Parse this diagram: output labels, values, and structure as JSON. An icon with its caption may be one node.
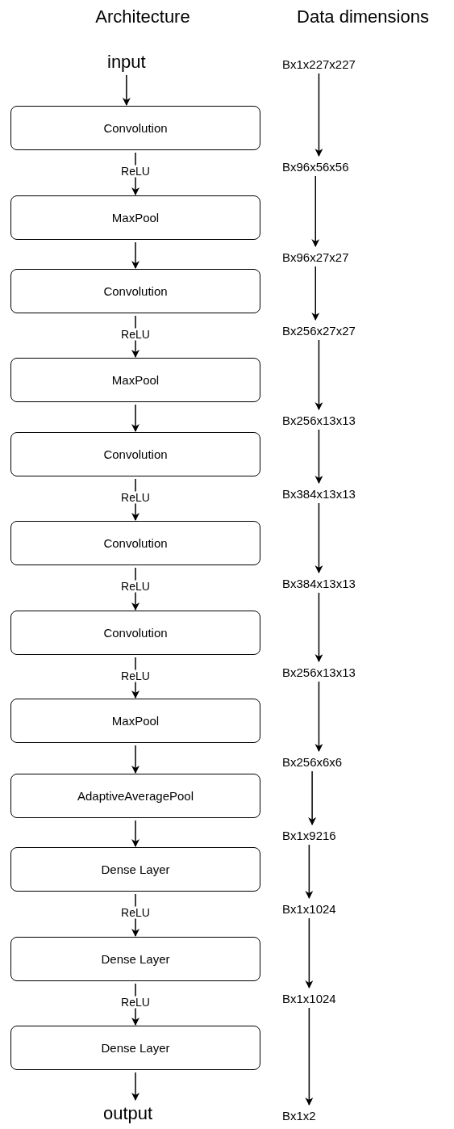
{
  "diagram": {
    "nodes": [
      {
        "text": [
          "input"
        ]
      },
      {
        "text": [
          "Convolution"
        ]
      },
      {
        "text": [
          "MaxPool"
        ]
      },
      {
        "text": [
          "Convolution"
        ]
      },
      {
        "text": [
          "MaxPool"
        ]
      },
      {
        "text": [
          "Convolution"
        ]
      },
      {
        "text": [
          "Convolution"
        ]
      },
      {
        "text": [
          "Convolution"
        ]
      },
      {
        "text": [
          "MaxPool"
        ]
      },
      {
        "text": [
          "AdaptiveAveragePool"
        ]
      },
      {
        "text": [
          "Dense Layer"
        ]
      },
      {
        "text": [
          "Dense Layer"
        ]
      },
      {
        "text": [
          "Dense Layer"
        ]
      },
      {
        "text": [
          "output"
        ]
      },
      {
        "text": [
          "Bx1x227x227"
        ]
      },
      {
        "text": [
          "Bx96x56x56"
        ]
      },
      {
        "text": [
          "Bx96x27x27"
        ]
      },
      {
        "text": [
          "Bx256x27x27"
        ]
      },
      {
        "text": [
          "Bx256x13x13"
        ]
      },
      {
        "text": [
          "Bx384x13x13"
        ]
      },
      {
        "text": [
          "Bx384x13x13"
        ]
      },
      {
        "text": [
          "Bx256x13x13"
        ]
      },
      {
        "text": [
          "Bx256x6x6"
        ]
      },
      {
        "text": [
          "Bx1x9216"
        ]
      },
      {
        "text": [
          "Bx1x1024"
        ]
      },
      {
        "text": [
          "Bx1x1024"
        ]
      },
      {
        "text": [
          "Bx1x2"
        ]
      }
    ],
    "edges": [
      {
        "from": 0,
        "to": 1,
        "arrow": "to"
      },
      {
        "from": 1,
        "to": 2,
        "arrow": "to",
        "label": "ReLU"
      },
      {
        "from": 2,
        "to": 3,
        "arrow": "to"
      },
      {
        "from": 3,
        "to": 4,
        "arrow": "to",
        "label": "ReLU"
      },
      {
        "from": 4,
        "to": 5,
        "arrow": "to"
      },
      {
        "from": 5,
        "to": 6,
        "arrow": "to",
        "label": "ReLU"
      },
      {
        "from": 6,
        "to": 7,
        "arrow": "to",
        "label": "ReLU"
      },
      {
        "from": 7,
        "to": 8,
        "arrow": "to",
        "label": "ReLU"
      },
      {
        "from": 8,
        "to": 9,
        "arrow": "to"
      },
      {
        "from": 9,
        "to": 10,
        "arrow": "to"
      },
      {
        "from": 10,
        "to": 11,
        "arrow": "to",
        "label": "ReLU"
      },
      {
        "from": 11,
        "to": 12,
        "arrow": "to",
        "label": "ReLU"
      },
      {
        "from": 12,
        "to": 13,
        "arrow": "to"
      },
      {
        "from": 14,
        "to": 15,
        "arrow": "to"
      },
      {
        "from": 15,
        "to": 16,
        "arrow": "to"
      },
      {
        "from": 16,
        "to": 17,
        "arrow": "to"
      },
      {
        "from": 17,
        "to": 18,
        "arrow": "to"
      },
      {
        "from": 18,
        "to": 19,
        "arrow": "to"
      },
      {
        "from": 19,
        "to": 20,
        "arrow": "to"
      },
      {
        "from": 20,
        "to": 21,
        "arrow": "to"
      },
      {
        "from": 21,
        "to": 22,
        "arrow": "to"
      },
      {
        "from": 22,
        "to": 23,
        "arrow": "to"
      },
      {
        "from": 23,
        "to": 24,
        "arrow": "to"
      },
      {
        "from": 24,
        "to": 25,
        "arrow": "to"
      },
      {
        "from": 25,
        "to": 26,
        "arrow": "to"
      }
    ],
    "labels": [
      "Architecture",
      "Data dimensions"
    ]
  }
}
